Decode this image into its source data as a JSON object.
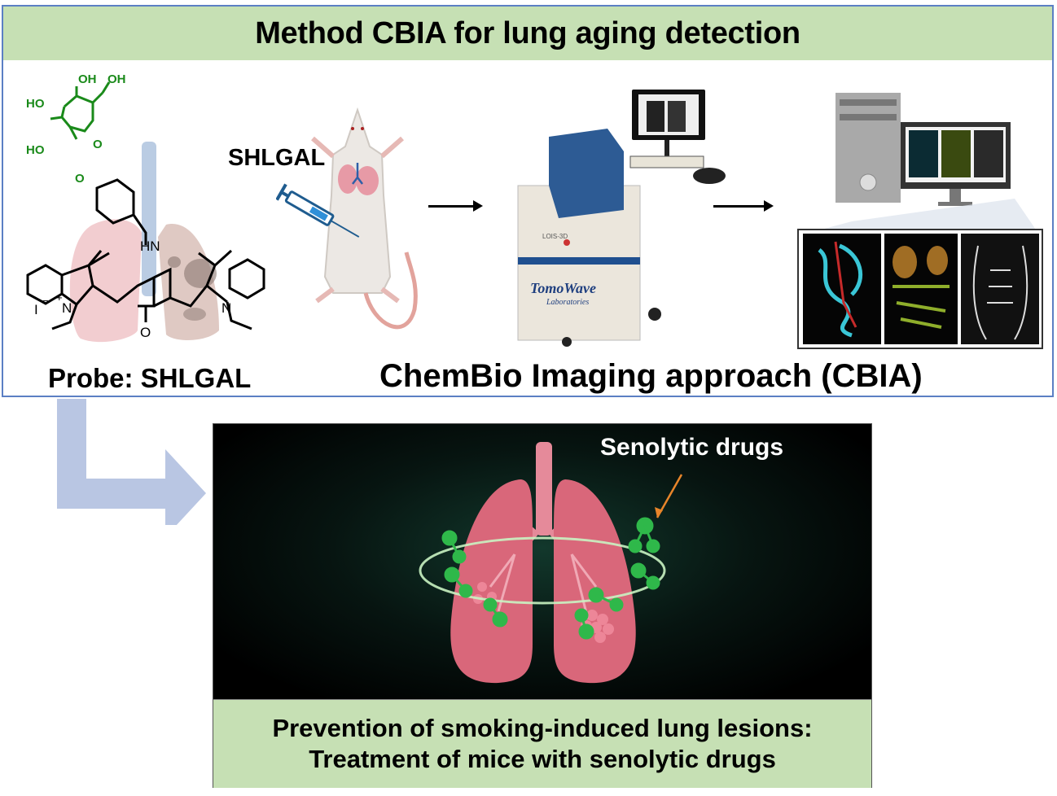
{
  "figure": {
    "title": "Method CBIA for lung aging detection",
    "probe": {
      "label": "Probe: SHLGAL",
      "structure_atoms": {
        "sugar_oh_1": "OH",
        "sugar_oh_2": "OH",
        "sugar_ho_1": "HO",
        "sugar_ho_2": "HO",
        "ring_o": "O",
        "linker_o": "O",
        "amine": "HN",
        "counter_ion": "I",
        "counter_charge": "−",
        "cation_charge": "+",
        "cation_n": "N",
        "neutral_n": "N",
        "ketone_o": "O"
      },
      "colors": {
        "sugar": "#1a8a1a",
        "skeleton": "#000000"
      }
    },
    "injection": {
      "label": "SHLGAL",
      "syringe_color": "#1f5c8f",
      "syringe_fill": "#2f8fd8"
    },
    "imaging_system": {
      "brand": "TomoWave",
      "brand_sub": "Laboratories",
      "model": "LOIS-3D"
    },
    "approach_label": "ChemBio Imaging approach (CBIA)",
    "treatment": {
      "drug_label": "Senolytic drugs",
      "caption_line1": "Prevention of smoking-induced lung lesions:",
      "caption_line2": "Treatment of mice with senolytic drugs",
      "pointer_color": "#e8852a",
      "molecule_color": "#2fb84a",
      "lung_color": "#d9677a"
    },
    "colors": {
      "header_band": "#c6e0b4",
      "panel_border": "#5b7fc4",
      "flow_arrow": "#b9c6e3"
    }
  }
}
